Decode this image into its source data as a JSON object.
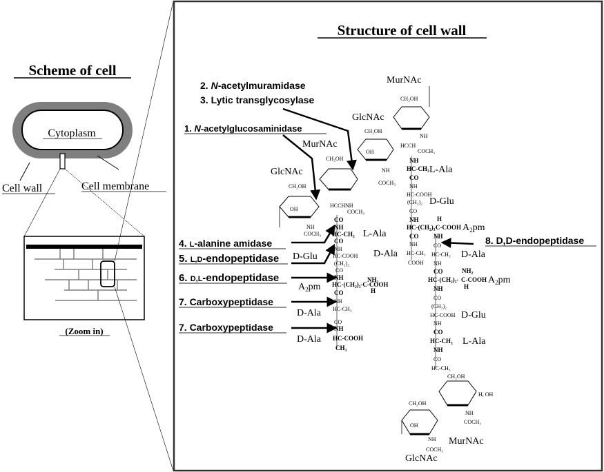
{
  "left_panel": {
    "title": "Scheme of cell",
    "cytoplasm_label": "Cytoplasm",
    "cell_wall_label": "Cell  wall",
    "cell_membrane_label": "Cell membrane",
    "zoom_caption": "(Zoom in)"
  },
  "right_panel": {
    "title": "Structure of cell wall",
    "enzymes": [
      {
        "number": "1.",
        "italic": "N",
        "name": "-acetylglucosaminidase",
        "underlined": true
      },
      {
        "number": "2.",
        "italic": "N",
        "name": "-acetylmuramidase",
        "underlined": false
      },
      {
        "number": "3.",
        "italic": "",
        "name": " Lytic transglycosylase",
        "underlined": false
      },
      {
        "number": "4.",
        "prefix": "L",
        "name": "-alanine amidase",
        "underlined": true
      },
      {
        "number": "5.",
        "prefix": "L,D",
        "name": "-endopeptidase",
        "underlined": true
      },
      {
        "number": "6.",
        "prefix": "D,L",
        "name": "-endopeptidase",
        "underlined": true
      },
      {
        "number": "7.",
        "name": "Carboxypeptidase",
        "underlined": true
      },
      {
        "number": "7.",
        "name": "Carboxypeptidase",
        "underlined": true
      },
      {
        "number": "8.",
        "name": "D,D-endopeptidase",
        "underlined": true
      }
    ],
    "enzyme_labels": {
      "e1": "1. N-acetylglucosaminidase",
      "e1_num": "1. ",
      "e1_n": "N",
      "e1_rest": "-acetylglucosaminidase",
      "e2_num": "2. ",
      "e2_n": "N",
      "e2_rest": "-acetylmuramidase",
      "e3": "3.  Lytic transglycosylase",
      "e4_num": "4. ",
      "e4_pre": "L",
      "e4_rest": "-alanine amidase",
      "e5_num": "5. ",
      "e5_pre": "L,D",
      "e5_rest": "-endopeptidase",
      "e6_num": "6. ",
      "e6_pre": "D,L",
      "e6_rest": "-endopeptidase",
      "e7a": "7. Carboxypeptidase",
      "e7b": "7. Carboxypeptidase",
      "e8": "8. D,D-endopeptidase"
    },
    "sugars": {
      "murnac": "MurNAc",
      "glcnac": "GlcNAc"
    },
    "residues": {
      "l_ala": "L-Ala",
      "d_glu": "D-Glu",
      "a2pm_a": "A",
      "a2pm_sub": "2",
      "a2pm_b": "pm",
      "d_ala": "D-Ala"
    },
    "chem": {
      "ch2oh": "CH₂OH",
      "h": "H",
      "oh": "OH",
      "o": "O",
      "nh": "NH",
      "coch3": "COCH₃",
      "hcch": "HCCH",
      "co": "CO",
      "hcch3": "HC-CH₃",
      "hccooh": "HC-COOH",
      "ch2_2": "(CH₂)₂",
      "hcch2_3": "HC-(CH₂)₃-C-COOH",
      "nh2": "NH₂",
      "cooh": "COOH",
      "ch3": "CH₃",
      "h_oh": "H, OH",
      "c_cooh": "C-COOH",
      "hc_ch2_3": "HC-(CH₂)₃-"
    }
  }
}
